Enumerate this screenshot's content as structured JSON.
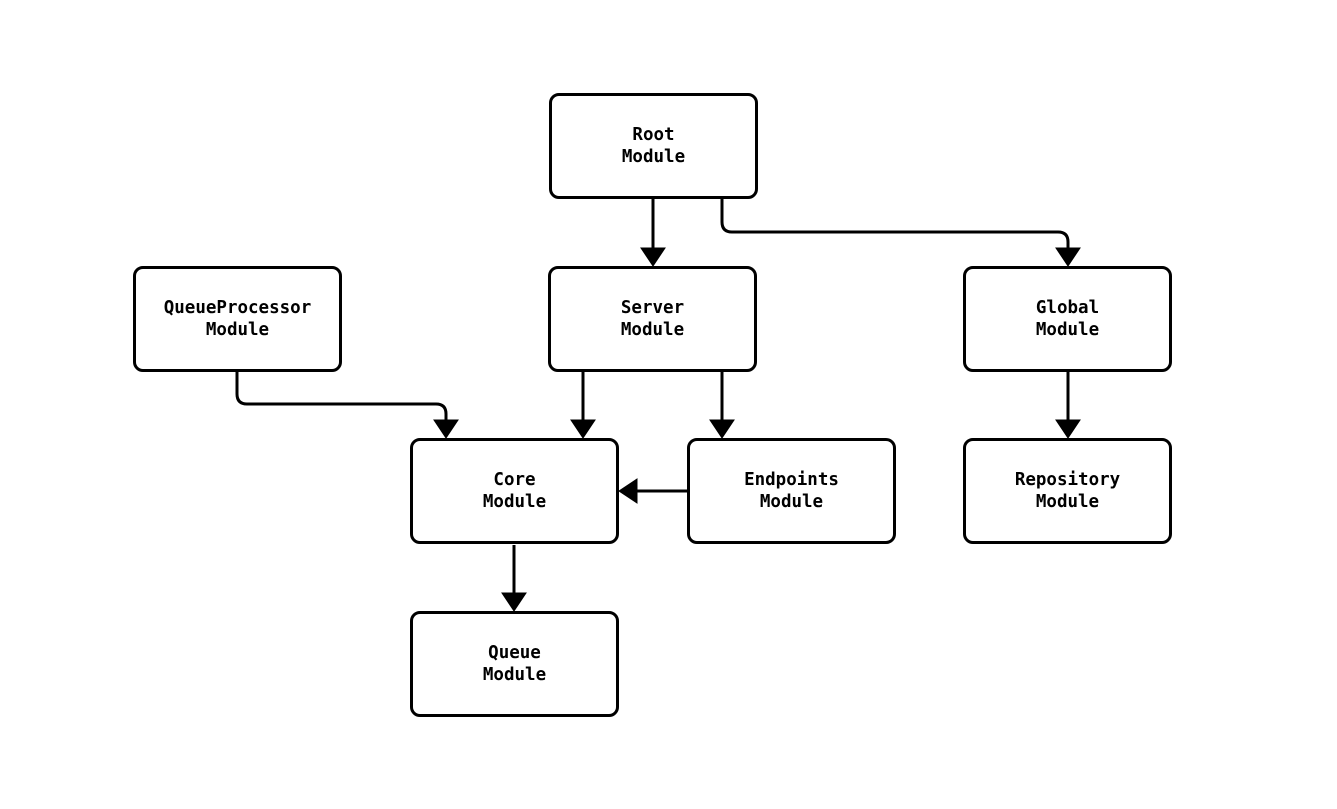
{
  "diagram": {
    "type": "module-dependency-flowchart",
    "colors": {
      "background": "#ffffff",
      "node_fill": "#ffffff",
      "node_border": "#000000",
      "edge": "#000000",
      "text": "#000000"
    },
    "nodes": {
      "root": {
        "label": "Root\nModule"
      },
      "queueprocessor": {
        "label": "QueueProcessor\nModule"
      },
      "server": {
        "label": "Server\nModule"
      },
      "global": {
        "label": "Global\nModule"
      },
      "core": {
        "label": "Core\nModule"
      },
      "endpoints": {
        "label": "Endpoints\nModule"
      },
      "repository": {
        "label": "Repository\nModule"
      },
      "queue": {
        "label": "Queue\nModule"
      }
    },
    "edges": [
      {
        "from": "root",
        "to": "server"
      },
      {
        "from": "root",
        "to": "global"
      },
      {
        "from": "queueprocessor",
        "to": "core"
      },
      {
        "from": "server",
        "to": "core"
      },
      {
        "from": "server",
        "to": "endpoints"
      },
      {
        "from": "endpoints",
        "to": "core"
      },
      {
        "from": "global",
        "to": "repository"
      },
      {
        "from": "core",
        "to": "queue"
      }
    ]
  }
}
